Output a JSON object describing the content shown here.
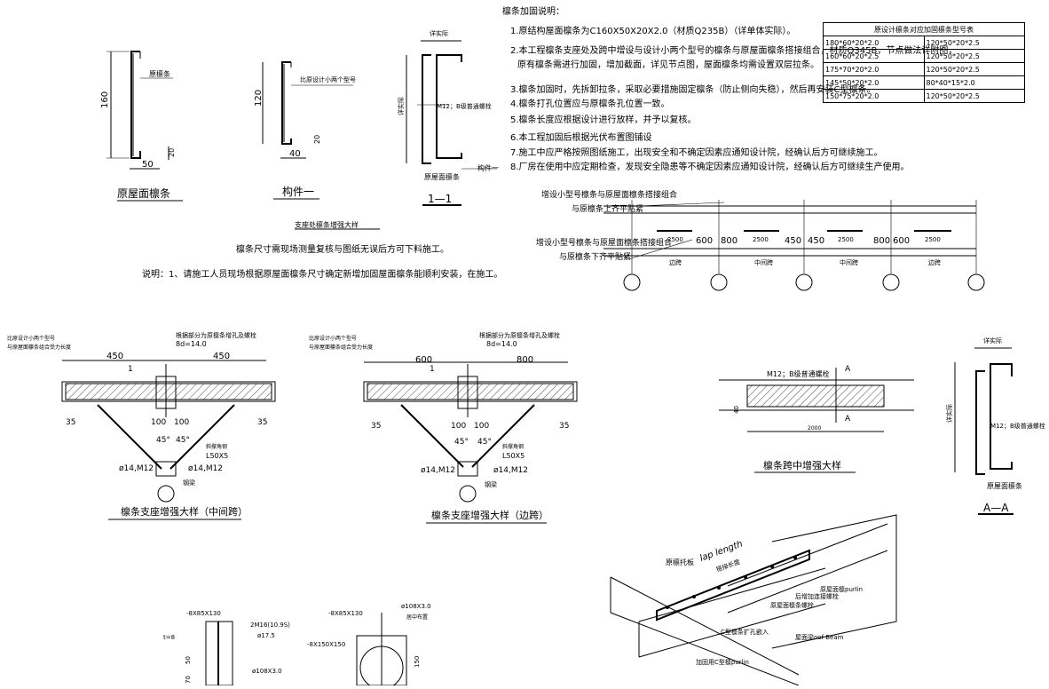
{
  "notes": {
    "heading": "檩条加固说明：",
    "items": [
      "1.原结构屋面檩条为C160X50X20X2.0（材质Q235B）（详单体实际）。",
      "2.本工程檩条支座处及跨中增设与设计小两个型号的檩条与原屋面檩条搭接组合，材质Q345B，节点做法详附图，",
      "原有檩条需进行加固，增加截面，详见节点图，屋面檩条均需设置双层拉条。",
      "3.檩条加固时，先拆卸拉条，采取必要措施固定檩条（防止侧向失稳），然后再安装C型檩条。",
      "4.檩条打孔位置应与原檩条孔位置一致。",
      "5.檩条长度应根据设计进行放样，并予以复核。",
      "6.本工程加固后根据光伏布置图铺设",
      "7.施工中应严格按照图纸施工，出现安全和不确定因素应通知设计院，经确认后方可继续施工。",
      "8.厂房在使用中应定期检查，发现安全隐患等不确定因素应通知设计院，经确认后方可继续生产使用。"
    ]
  },
  "spec_table": {
    "header": "原设计檩条对应加固檩条型号表",
    "rows": [
      [
        "180*60*20*2.0",
        "120*50*20*2.5"
      ],
      [
        "160*60*20*2.5",
        "120*50*20*2.5"
      ],
      [
        "175*70*20*2.0",
        "120*50*20*2.5"
      ],
      [
        "145*50*20*2.0",
        "80*40*15*2.0"
      ],
      [
        "150*75*20*2.0",
        "120*50*20*2.5"
      ]
    ]
  },
  "section_original": {
    "label_top": "原檩条",
    "dim_h": "160",
    "dim_w": "50",
    "dim_lip": "20",
    "title": "原屋面檩条"
  },
  "section_member1": {
    "label_top": "比原设计小两个型号",
    "dim_h": "120",
    "dim_w": "40",
    "dim_lip": "20",
    "title": "构件一"
  },
  "section_11": {
    "top": "详实际",
    "side": "详实际",
    "bolt": "M12；B级普通螺栓",
    "orig": "原屋面檩条",
    "member": "构件一",
    "title": "1—1"
  },
  "mid_caption": "支座处檩条增强大样",
  "instr1": "檩条尺寸需现场测量复核与图纸无误后方可下料施工。",
  "instr2": "说明：1、请施工人员现场根据原屋面檩条尺寸确定新增加固屋面檩条能顺利安装，在施工。",
  "elev": {
    "upper_label_1": "增设小型号檩条与原屋面檩条搭接组合",
    "upper_label_2": "与原檩条上齐平贴紧",
    "lower_label_1": "增设小型号檩条与原屋面檩条搭接组合",
    "lower_label_2": "与原檩条下齐平贴紧",
    "dims": [
      "2500",
      "600",
      "800",
      "2500",
      "450",
      "450",
      "2500",
      "800",
      "600",
      "2500"
    ],
    "spans": [
      "边跨",
      "中间跨",
      "中间跨",
      "边跨"
    ]
  },
  "detail_mid": {
    "left_note_1": "比原设计小两个型号",
    "left_note_2": "与原屋面檩条组合受力长度",
    "top_note": "根据部分为原檩条增孔及螺栓",
    "d_note": "8d=14.0",
    "dim_l": "450",
    "dim_r": "450",
    "sec": "1",
    "d35": "35",
    "d100": "100",
    "angle": "45°",
    "brace": "斜撑角钢",
    "angle_size": "L50X5",
    "bolt": "ø14,M12",
    "beam": "钢梁",
    "title": "檩条支座增强大样（中间跨）"
  },
  "detail_edge": {
    "left_note_1": "比原设计小两个型号",
    "left_note_2": "与原屋面檩条组合受力长度",
    "top_note": "根据部分为原檩条增孔及螺栓",
    "d_note": "8d=14.0",
    "dim_l": "600",
    "dim_r": "800",
    "sec": "1",
    "d35": "35",
    "d100": "100",
    "angle": "45°",
    "brace": "斜撑角钢",
    "angle_size": "L50X5",
    "bolt": "ø14,M12",
    "beam": "钢梁",
    "title": "檩条支座增强大样（边跨）"
  },
  "detail_span": {
    "bolt": "M12；B级普通螺栓",
    "dim": "2000",
    "cut": "A",
    "d40": "40",
    "title": "檩条跨中增强大样"
  },
  "section_aa": {
    "top": "详实际",
    "side": "详实际",
    "bolt": "M12；B级普通螺栓",
    "orig": "原屋面檩条",
    "title": "A—A"
  },
  "iso": {
    "lap": "lap length",
    "lap_cn": "搭接长度",
    "orig_plate": "原檩托板",
    "orig_purlin": "原屋面檩purlin",
    "added_bolt": "后增加连接螺栓",
    "orig_bolt": "原屋面檩条螺栓",
    "cpurlin": "C型檩条扩孔嵌入",
    "roof_beam": "屋面梁oof Beam",
    "added_c": "加固用C型檩purlin"
  },
  "bottom": {
    "pl1": "-8X85X130",
    "bolts": "2M16(10.9S)",
    "hole": "ø17.5",
    "t8": "t=8",
    "pipe": "ø108X3.0",
    "d50": "50",
    "d70": "70",
    "pl2": "-8X85X130",
    "pl3": "-8X150X150",
    "pipe2": "ø108X3.0",
    "pipe2_note": "居中布置",
    "d150": "150"
  }
}
